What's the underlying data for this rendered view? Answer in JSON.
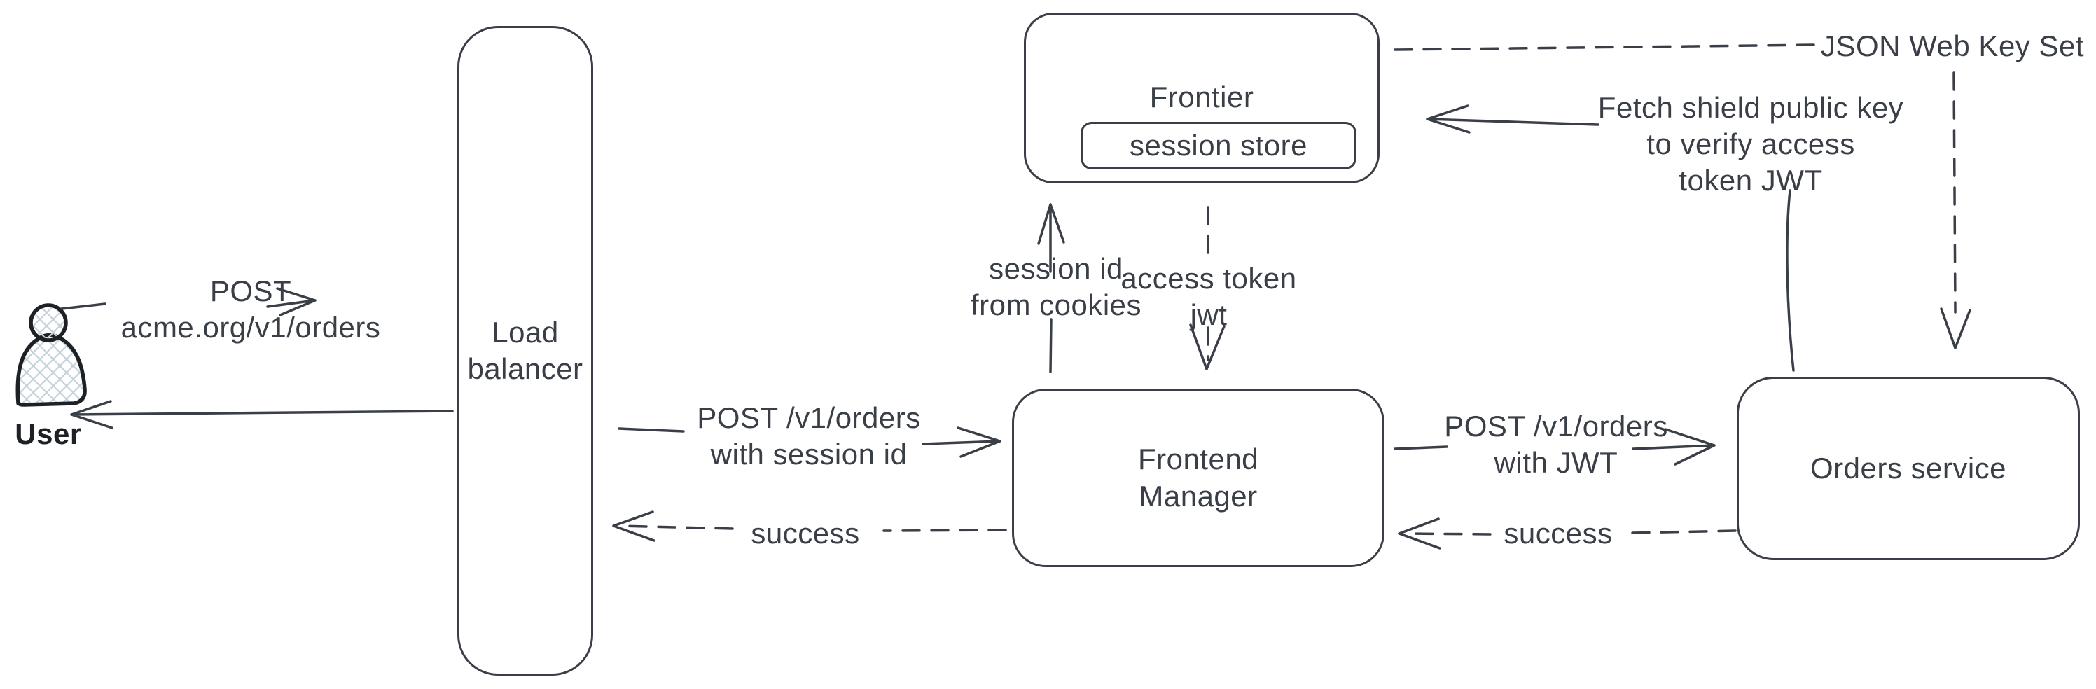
{
  "colors": {
    "stroke": "#3a3f47",
    "user_stroke": "#1d2025",
    "user_fill_hatch": "#c6d2da",
    "background": "#ffffff"
  },
  "nodes": {
    "user": {
      "label": "User"
    },
    "load_balancer": {
      "label": "Load balancer"
    },
    "frontier": {
      "label": "Frontier",
      "store_label": "session store"
    },
    "frontend_manager": {
      "label": "Frontend Manager"
    },
    "orders_service": {
      "label": "Orders service"
    }
  },
  "edges": {
    "user_to_lb": {
      "line1": "POST",
      "line2": "acme.org/v1/orders"
    },
    "lb_to_fm": {
      "line1": "POST /v1/orders",
      "line2": "with session id"
    },
    "fm_to_lb": {
      "label": "success"
    },
    "fm_to_frontier": {
      "line1": "session id",
      "line2": "from cookies"
    },
    "frontier_to_fm": {
      "line1": "access token",
      "line2": "jwt"
    },
    "fm_to_orders": {
      "line1": "POST /v1/orders",
      "line2": "with JWT"
    },
    "orders_to_fm": {
      "label": "success"
    },
    "jwks": {
      "label": "JSON Web Key Set"
    },
    "fetch_key": {
      "line1": "Fetch shield public key",
      "line2": "to verify access",
      "line3": "token JWT"
    }
  }
}
